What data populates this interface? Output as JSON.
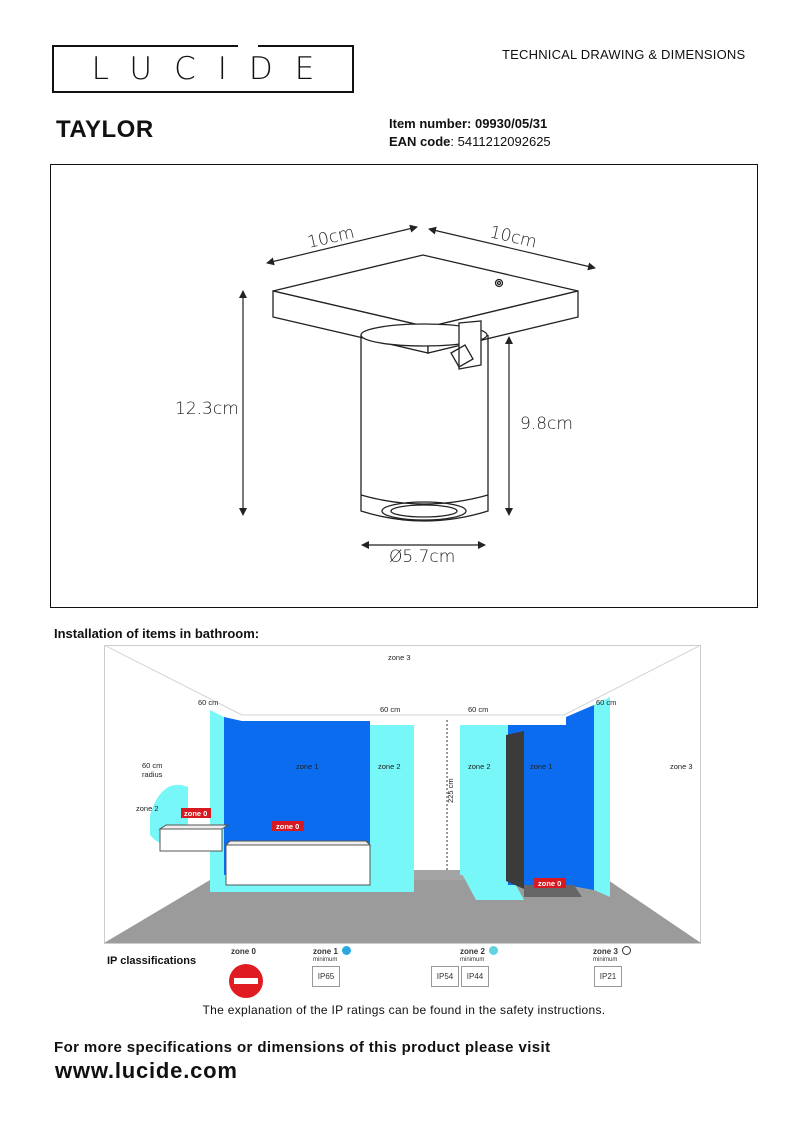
{
  "brand": {
    "logo_text": "LUCIDE"
  },
  "header": {
    "doc_title": "TECHNICAL DRAWING & DIMENSIONS"
  },
  "product": {
    "name": "TAYLOR",
    "item_number_label": "Item number:",
    "item_number": "09930/05/31",
    "ean_label": "EAN code",
    "ean_value": ": 5411212092625"
  },
  "drawing": {
    "dims": {
      "width_left": "10cm",
      "width_right": "10cm",
      "total_height": "12.3cm",
      "cylinder_height": "9.8cm",
      "diameter": "Ø5.7cm"
    }
  },
  "bathroom": {
    "title": "Installation of items in bathroom:",
    "labels": {
      "zone3_top": "zone 3",
      "zone3_right": "zone 3",
      "zone1_left": "zone 1",
      "zone2_left": "zone 2",
      "zone2_right": "zone 2",
      "zone1_right": "zone 1",
      "zone2_sink": "zone 2",
      "zone0_sink": "zone 0",
      "zone0_bath": "zone 0",
      "zone0_shower": "zone 0",
      "cm60_a": "60 cm",
      "cm60_b": "60 cm",
      "cm60_c": "60 cm",
      "cm60_d": "60 cm",
      "radius_1": "60 cm",
      "radius_2": "radius",
      "height": "225 cm"
    },
    "colors": {
      "zone1": "#0b6cf0",
      "zone2": "#77f7f7",
      "zone0": "#d71921",
      "floor": "#9b9b9b"
    }
  },
  "ip": {
    "title": "IP classifications",
    "zone0": {
      "label": "zone 0"
    },
    "zone1": {
      "label": "zone 1",
      "min": "minimum",
      "codes": [
        "IP65"
      ]
    },
    "zone2": {
      "label": "zone 2",
      "min": "minimum",
      "codes": [
        "IP54",
        "IP44"
      ]
    },
    "zone3": {
      "label": "zone 3",
      "min": "minimum",
      "codes": [
        "IP21"
      ]
    }
  },
  "notes": {
    "explanation": "The explanation of the IP ratings can be found in the safety instructions.",
    "more_specs": "For more specifications or dimensions of this product please visit",
    "website": "www.lucide.com"
  }
}
